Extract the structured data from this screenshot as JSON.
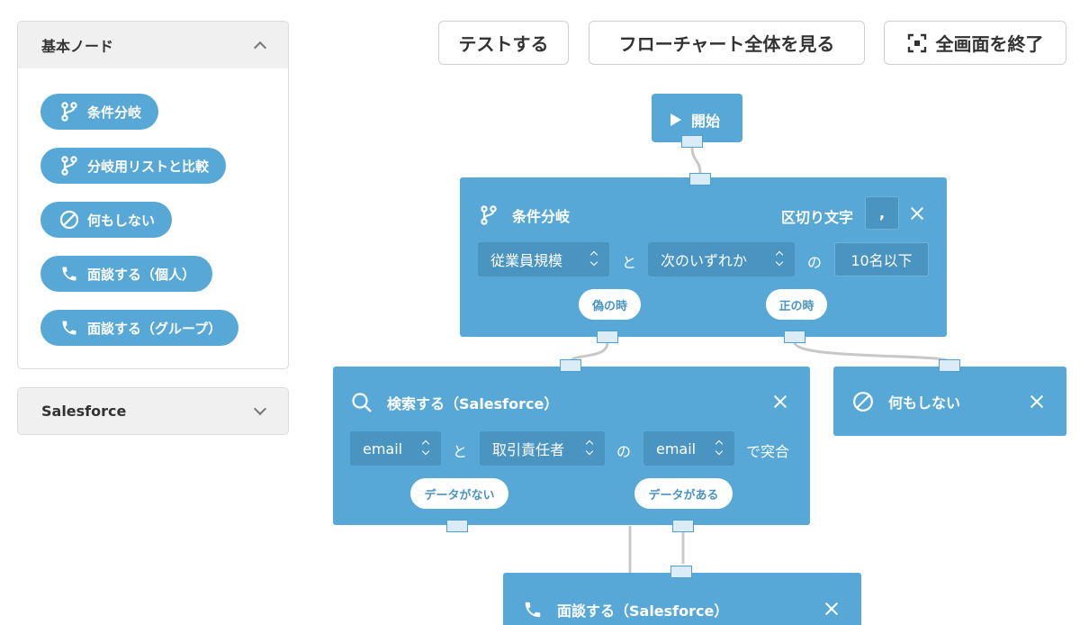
{
  "sidebar": {
    "basic_nodes": {
      "title": "基本ノード",
      "items": [
        {
          "label": "条件分岐",
          "icon": "branch-icon"
        },
        {
          "label": "分岐用リストと比較",
          "icon": "branch-icon"
        },
        {
          "label": "何もしない",
          "icon": "prohibit-icon"
        },
        {
          "label": "面談する（個人）",
          "icon": "phone-icon"
        },
        {
          "label": "面談する（グループ）",
          "icon": "phone-icon"
        }
      ]
    },
    "salesforce": {
      "title": "Salesforce"
    }
  },
  "toolbar": {
    "test_label": "テストする",
    "view_all_label": "フローチャート全体を見る",
    "exit_fullscreen_label": "全画面を終了"
  },
  "flow": {
    "start": {
      "label": "開始"
    },
    "condition": {
      "title": "条件分岐",
      "delimiter_label": "区切り文字",
      "delimiter_value": ",",
      "field": "従業員規模",
      "conj1": "と",
      "operator": "次のいずれか",
      "conj2": "の",
      "value": "10名以下",
      "false_branch": "偽の時",
      "true_branch": "正の時"
    },
    "search": {
      "title": "検索する（Salesforce）",
      "field1": "email",
      "conj1": "と",
      "object": "取引責任者",
      "conj2": "の",
      "field2": "email",
      "suffix": "で突合",
      "no_data_branch": "データがない",
      "has_data_branch": "データがある"
    },
    "nothing": {
      "title": "何もしない"
    },
    "interview": {
      "title": "面談する（Salesforce）"
    }
  },
  "colors": {
    "accent": "#57a8d6",
    "accent_dark": "#4a94c2",
    "port_fill": "#d9ecf8"
  }
}
